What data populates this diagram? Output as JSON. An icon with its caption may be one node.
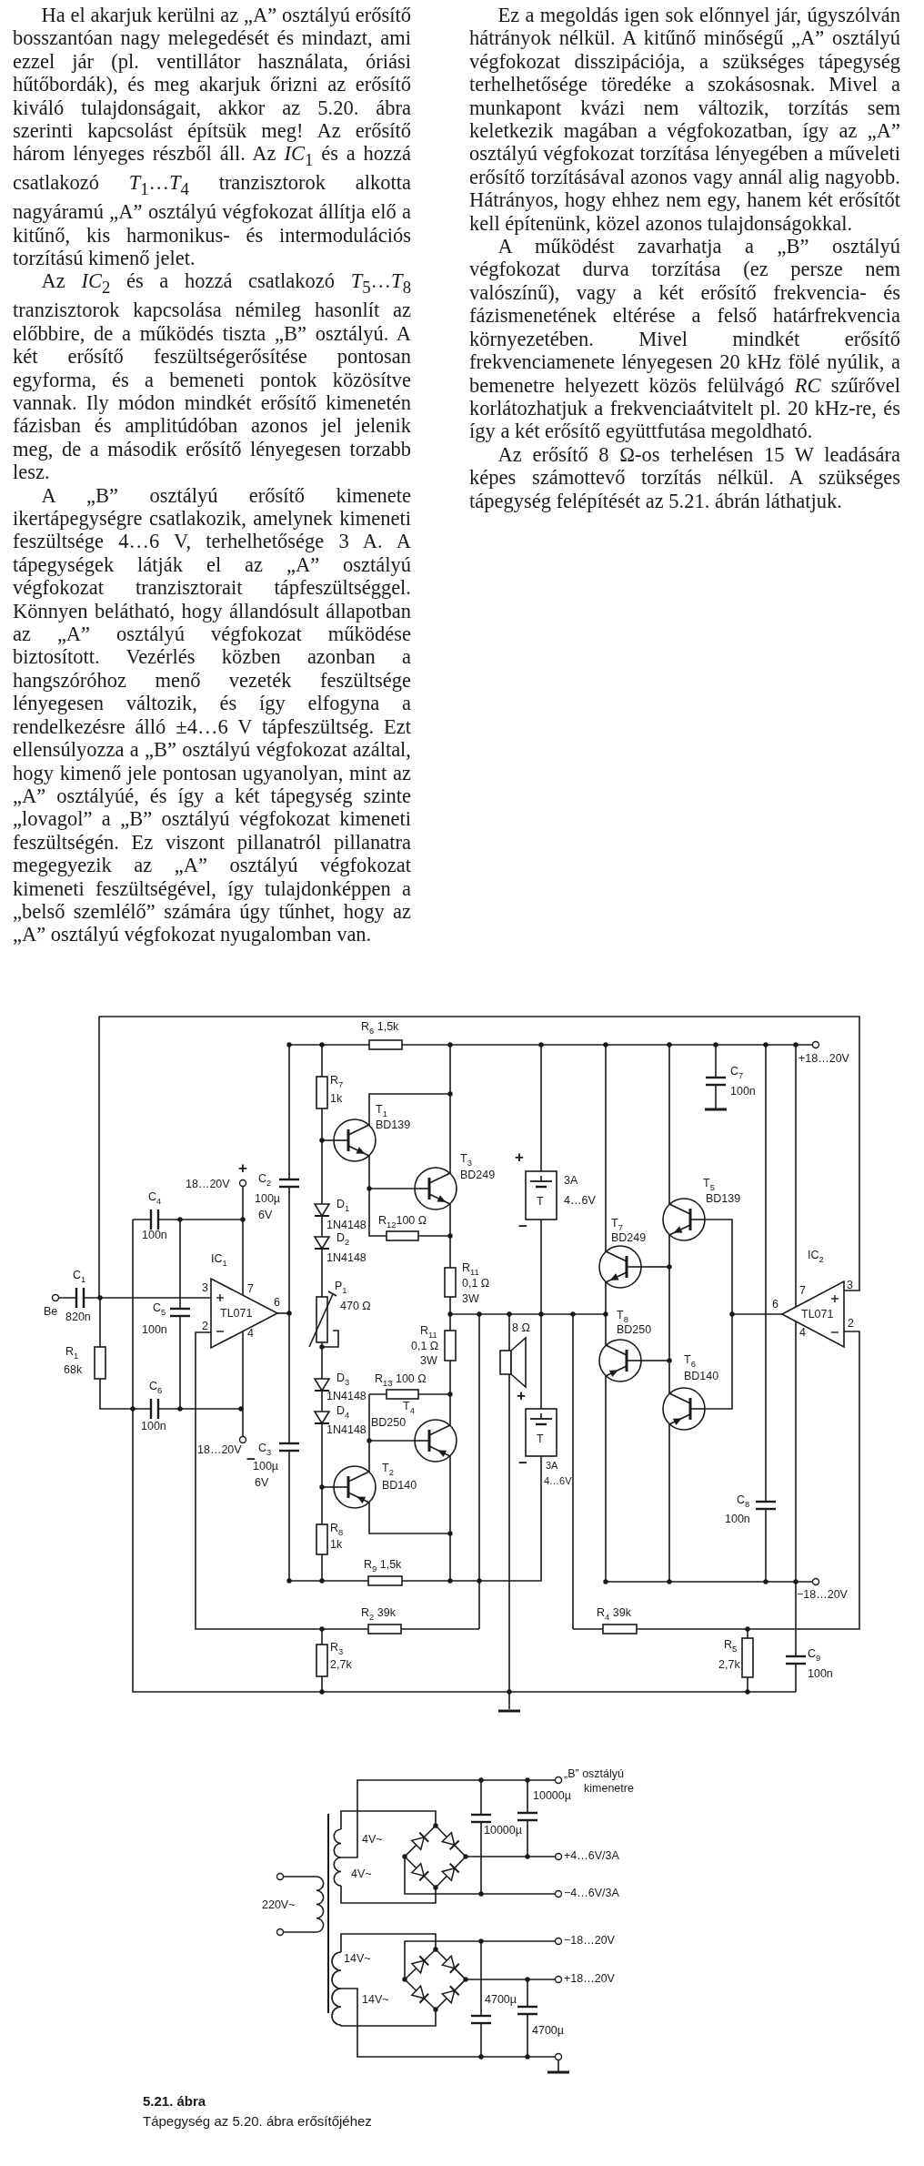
{
  "diagram": {
    "caption": "Tápegység az 5.20. ábra erősítőjéhez",
    "labels": [
      "Ha el akarjuk kerülni az „A” osztályú erősítő bosszantóan nagy melegedését és mindazt, ami ezzel jár (pl. ventillátor használata, óriási hűtőbordák), és meg akarjuk őrizni az erősítő kiváló tulajdonságait, akkor az 5.20. ábra szerinti kapcsolást építsük meg! Az erősítő három lényeges részből áll. Az *IC*$_{1}$ és a hozzá csatlakozó *T*$_{1}$…*T*$_{4}$ tranzisztorok alkotta nagyáramú „A” osztályú végfokozat állítja elő a kitűnő, kis harmonikus- és intermodulációs torzítású kimenő jelet.",
      "Az *IC*$_{2}$ és a hozzá csatlakozó *T*$_{5}$…*T*$_{8}$ tranzisztorok kapcsolása némileg hasonlít az előbbire, de a működés tiszta „B” osztályú. A két erősítő feszültségerősítése pontosan egyforma, és a bemeneti pontok közösítve vannak. Ily módon mindkét erősítő kimenetén fázisban és amplitúdóban azonos jel jelenik meg, de a második erősítő lényegesen torzabb lesz.",
      "A „B” osztályú erősítő kimenete ikertápegységre csatlakozik, amelynek kimeneti feszültsége 4…6 V, terhelhetősége 3 A. A tápegységek látják el az „A” osztályú végfokozat tranzisztorait tápfeszültséggel. Könnyen belátható, hogy állandósult állapotban az „A” osztályú végfokozat működése biztosított. Vezérlés közben azonban a hangszóróhoz menő vezeték feszültsége lényegesen változik, és így elfogyna a rendelkezésre álló ±4…6 V tápfeszültség. Ezt ellensúlyozza a „B” osztályú végfokozat azáltal, hogy kimenő jele pontosan ugyanolyan, mint az „A” osztályúé, és így a két tápegység szinte „lovagol” a „B” osztályú végfokozat kimeneti feszültségén. Ez viszont pillanatról pillanatra megegyezik az „A” osztályú végfokozat kimeneti feszültségével, így tulajdonképpen a „belső szemlélő” számára úgy tűnhet, hogy az „A” osztályú végfokozat nyugalomban van.",
      "Ez a megoldás igen sok előnnyel jár, úgyszólván hátrányok nélkül. A kitűnő minőségű „A” osztályú végfokozat disszipációja, a szükséges tápegység terhelhetősége töredéke a szokásosnak. Mivel a munkapont kvázi nem változik, torzítás sem keletkezik magában a végfokozatban, így az „A” osztályú végfokozat torzítása lényegében a műveleti erősítő torzításával azonos vagy annál alig nagyobb. Hátrányos, hogy ehhez nem egy, hanem két erősítőt kell építenünk, közel azonos tulajdonságokkal.",
      "A működést zavarhatja a „B” osztályú végfokozat durva torzítása (ez persze nem valószínű), vagy a két erősítő frekvencia- és fázismenetének eltérése a felső határfrekvencia környezetében. Mivel mindkét erősítő frekvenciamenete lényegesen 20 kHz fölé nyúlik, a bemenetre helyezett közös felülvágó *RC* szűrővel korlátozhatjuk a frekvenciaátvitelt pl. 20 kHz-re, és így a két erősítő együttfutása megoldható.",
      "Az erősítő 8 Ω-os terhelésen 15 W leadására képes számottevő torzítás nélkül. A szükséges tápegység felépítését az 5.21. ábrán láthatjuk.",
      "Be",
      "C$_{1}$",
      "820n",
      "R$_{1}$",
      "68k",
      "C$_{4}$",
      "100n",
      "+",
      "18…20V",
      "IC$_{1}$",
      "C$_{2}$",
      "100µ",
      "6V",
      "3",
      "7",
      "C$_{5}$",
      "TL071",
      "6",
      "100n",
      "2",
      "4",
      "C$_{6}$",
      "100n",
      "18…20V",
      "−",
      "C$_{3}$",
      "100µ",
      "6V",
      "R$_{6}$ 1,5k",
      "R$_{7}$",
      "1k",
      "T$_{1}$",
      "BD139",
      "T$_{3}$",
      "BD249",
      "D$_{1}$",
      "1N4148",
      "R$_{12}$100 Ω",
      "D$_{2}$",
      "1N4148",
      "R$_{11}$",
      "0,1 Ω",
      "3W",
      "P$_{1}$",
      "470 Ω",
      "R$_{11}$",
      "0,1 Ω",
      "3W",
      "D$_{3}$",
      "R$_{13}$ 100 Ω",
      "1N4148",
      "T$_{4}$",
      "D$_{4}$",
      "BD250",
      "1N4148",
      "T$_{2}$",
      "BD140",
      "R$_{8}$",
      "1k",
      "R$_{9}$ 1,5k",
      "R$_{2}$ 39k",
      "R$_{3}$",
      "2,7k",
      "+",
      "T",
      "3A",
      "4…6V",
      "−",
      "8 Ω",
      "+",
      "T",
      "−",
      "3A",
      "4…6V",
      "T$_{7}$",
      "BD249",
      "T$_{8}$",
      "BD250",
      "T$_{5}$",
      "BD139",
      "T$_{6}$",
      "BD140",
      "C$_{7}$",
      "100n",
      "+18…20V",
      "IC$_{2}$",
      "7",
      "6",
      "3",
      "TL071",
      "4",
      "2",
      "C$_{8}$",
      "100n",
      "−18…20V",
      "R$_{4}$ 39k",
      "R$_{5}$",
      "2,7k",
      "C$_{9}$",
      "100n",
      "„B” osztályú",
      "kimenetre",
      "10000µ",
      "4V~",
      "10000µ",
      "+4…6V/3A",
      "4V~",
      "220V~",
      "−4…6V/3A",
      "−18…20V",
      "14V~",
      "+18…20V",
      "14V~",
      "4700µ",
      "4700µ",
      "5.21. ábra"
    ]
  }
}
